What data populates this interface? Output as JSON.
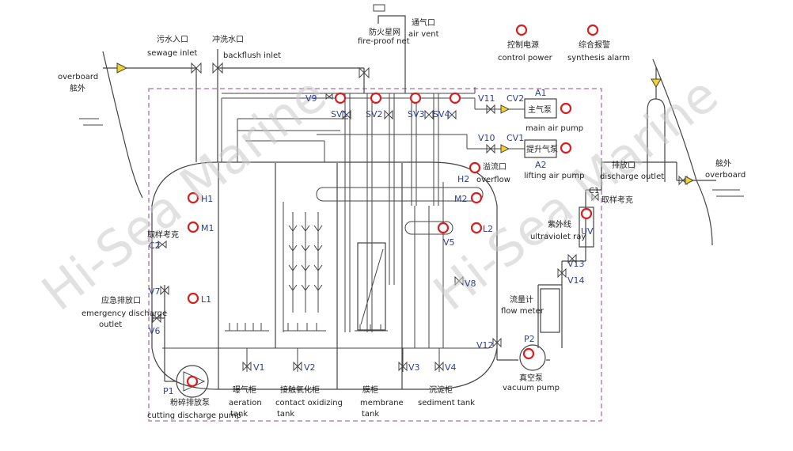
{
  "watermark": "Hi-Sea Marine",
  "colors": {
    "line": "#444444",
    "boundary": "#b06ab8",
    "indicator": "#d81f1f",
    "label_blue": "#2f3f8f"
  },
  "labels": {
    "overboard_left_en": "overboard",
    "overboard_left_cn": "舷外",
    "sewage_inlet_cn": "污水入口",
    "sewage_inlet_en": "sewage inlet",
    "backflush_inlet_cn": "冲洗水口",
    "backflush_inlet_en": "backflush inlet",
    "fire_net_cn": "防火星网",
    "fire_net_en": "fire-proof net",
    "air_vent_cn": "通气口",
    "air_vent_en": "air vent",
    "control_power_cn": "控制电源",
    "control_power_en": "control power",
    "synthesis_alarm_cn": "综合报警",
    "synthesis_alarm_en": "synthesis alarm",
    "main_air_pump_cn": "主气泵",
    "main_air_pump_en": "main air pump",
    "lifting_air_pump_cn": "提升气泵",
    "lifting_air_pump_en": "lifting air pump",
    "overflow_cn": "溢流口",
    "overflow_en": "overflow",
    "discharge_outlet_cn": "排放口",
    "discharge_outlet_en": "discharge outlet",
    "overboard_right_cn": "舷外",
    "overboard_right_en": "overboard",
    "sampling_cock_right_cn": "取样考克",
    "uv_cn": "紫外线",
    "uv_en": "ultraviolet ray",
    "sampling_cock_left_cn": "取样考克",
    "emergency_cn": "应急排放口",
    "emergency_en_1": "emergency discharge",
    "emergency_en_2": "outlet",
    "flow_meter_cn": "流量计",
    "flow_meter_en": "flow meter",
    "vacuum_pump_cn": "真空泵",
    "vacuum_pump_en": "vacuum pump",
    "aeration_cn": "曝气柜",
    "aeration_en_1": "aeration",
    "aeration_en_2": "tank",
    "contact_cn": "接触氧化柜",
    "contact_en_1": "contact oxidizing",
    "contact_en_2": "tank",
    "membrane_cn": "膜柜",
    "membrane_en_1": "membrane",
    "membrane_en_2": "tank",
    "sediment_cn": "沉淀柜",
    "sediment_en": "sediment tank",
    "cutting_pump_cn": "粉碎排放泵",
    "cutting_pump_en": "cutting discharge pump"
  },
  "tags": {
    "V1": "V1",
    "V2": "V2",
    "V3": "V3",
    "V4": "V4",
    "V5": "V5",
    "V6": "V6",
    "V7": "V7",
    "V8": "V8",
    "V9": "V9",
    "V10": "V10",
    "V11": "V11",
    "V12": "V12",
    "V13": "V13",
    "V14": "V14",
    "SV1": "SV1",
    "SV2": "SV2",
    "SV3": "SV3",
    "SV4": "SV4",
    "CV1": "CV1",
    "CV2": "CV2",
    "A1": "A1",
    "A2": "A2",
    "H1": "H1",
    "H2": "H2",
    "M1": "M1",
    "M2": "M2",
    "L1": "L1",
    "L2": "L2",
    "C1": "C1",
    "C2": "C2",
    "P1": "P1",
    "P2": "P2",
    "UV": "UV"
  }
}
